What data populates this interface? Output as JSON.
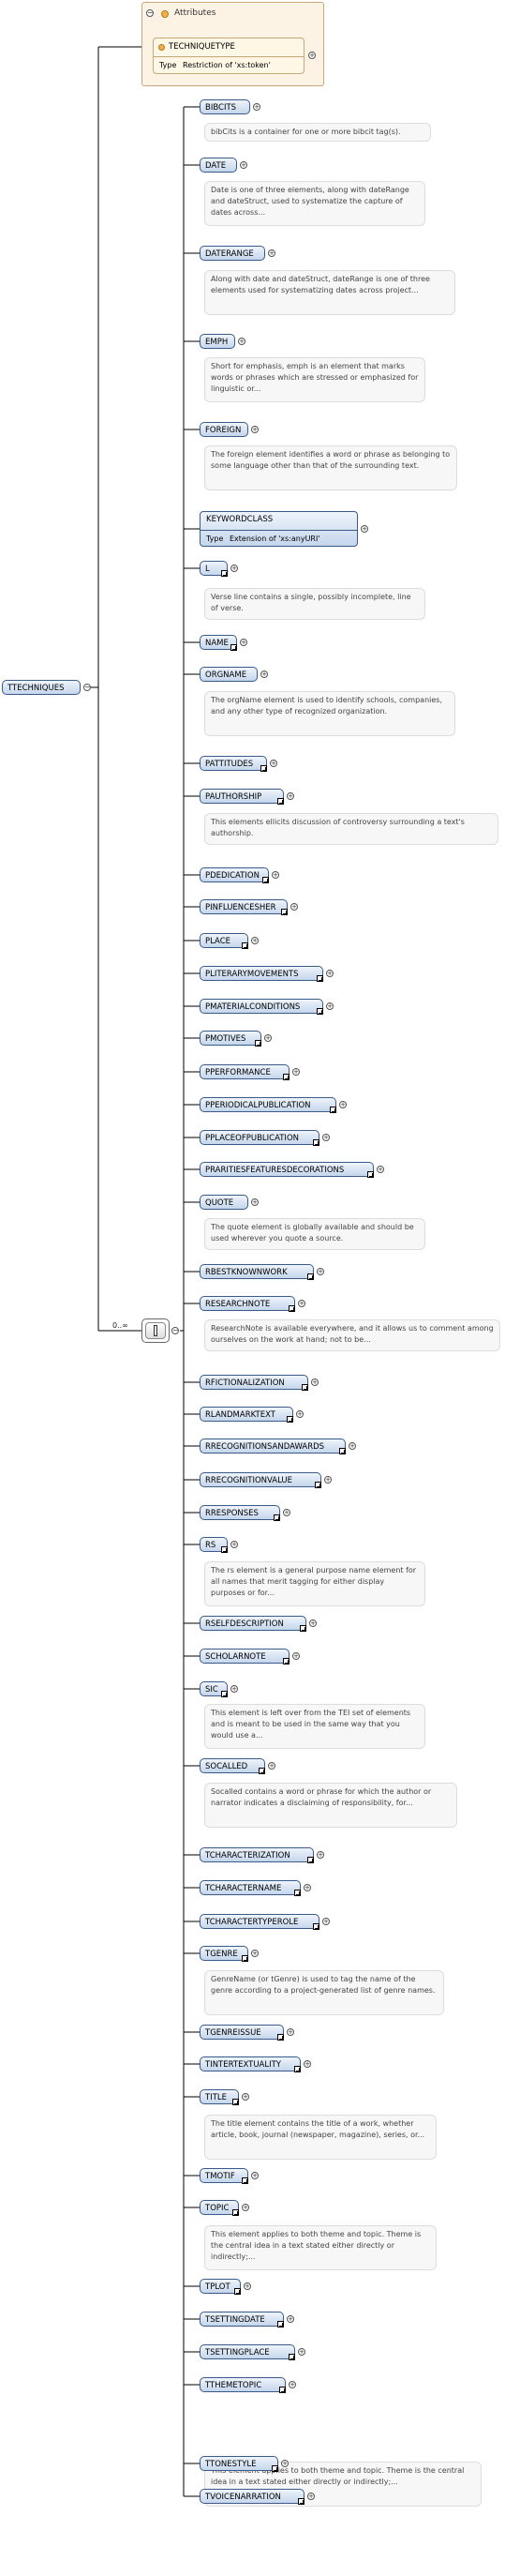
{
  "root": {
    "label": "TTECHNIQUES"
  },
  "attributes": {
    "title": "Attributes",
    "attr_name": "TECHNIQUETYPE",
    "type_key": "Type",
    "type_value": "Restriction of 'xs:token'"
  },
  "cardinality": "0..∞",
  "elements": [
    {
      "label": "BIBCITS",
      "ref": false,
      "desc": "bibCits is a container for one or more bibcit tag(s)."
    },
    {
      "label": "DATE",
      "ref": false,
      "desc": "Date is one of three elements, along with dateRange and dateStruct, used to systematize the capture of dates across..."
    },
    {
      "label": "DATERANGE",
      "ref": false,
      "desc": "Along with date and dateStruct, dateRange is one of three elements used for systematizing dates across project..."
    },
    {
      "label": "EMPH",
      "ref": false,
      "desc": "Short for emphasis, emph is an element that marks words or phrases which are stressed or emphasized for linguistic or..."
    },
    {
      "label": "FOREIGN",
      "ref": false,
      "desc": "The foreign element identifies a word or phrase as belonging to some language other than that of the surrounding text."
    },
    {
      "label": "KEYWORDCLASS",
      "typed": true,
      "type_key": "Type",
      "type_value": "Extension of 'xs:anyURI'"
    },
    {
      "label": "L",
      "ref": true,
      "desc": "Verse line contains a single, possibly incomplete, line of verse."
    },
    {
      "label": "NAME",
      "ref": true
    },
    {
      "label": "ORGNAME",
      "ref": false,
      "desc": "The orgName element is used to identify schools, companies, and any other type of recognized organization."
    },
    {
      "label": "PATTITUDES",
      "ref": true
    },
    {
      "label": "PAUTHORSHIP",
      "ref": true,
      "desc": "This elements ellicits discussion of controversy surrounding a text's authorship."
    },
    {
      "label": "PDEDICATION",
      "ref": true
    },
    {
      "label": "PINFLUENCESHER",
      "ref": true
    },
    {
      "label": "PLACE",
      "ref": true
    },
    {
      "label": "PLITERARYMOVEMENTS",
      "ref": true
    },
    {
      "label": "PMATERIALCONDITIONS",
      "ref": true
    },
    {
      "label": "PMOTIVES",
      "ref": true
    },
    {
      "label": "PPERFORMANCE",
      "ref": true
    },
    {
      "label": "PPERIODICALPUBLICATION",
      "ref": true
    },
    {
      "label": "PPLACEOFPUBLICATION",
      "ref": true
    },
    {
      "label": "PRARITIESFEATURESDECORATIONS",
      "ref": true
    },
    {
      "label": "QUOTE",
      "ref": false,
      "desc": "The quote element is globally available and should be used wherever you quote a source."
    },
    {
      "label": "RBESTKNOWNWORK",
      "ref": true
    },
    {
      "label": "RESEARCHNOTE",
      "ref": true,
      "desc": "ResearchNote is available everywhere, and it allows us to comment among ourselves on the work at hand; not to be..."
    },
    {
      "label": "RFICTIONALIZATION",
      "ref": true
    },
    {
      "label": "RLANDMARKTEXT",
      "ref": true
    },
    {
      "label": "RRECOGNITIONSANDAWARDS",
      "ref": true
    },
    {
      "label": "RRECOGNITIONVALUE",
      "ref": true
    },
    {
      "label": "RRESPONSES",
      "ref": true
    },
    {
      "label": "RS",
      "ref": true,
      "desc": "The rs element is a general purpose name element for all names that merit tagging for either display purposes or for..."
    },
    {
      "label": "RSELFDESCRIPTION",
      "ref": true
    },
    {
      "label": "SCHOLARNOTE",
      "ref": true
    },
    {
      "label": "SIC",
      "ref": true,
      "desc": "This element is left over from the TEI set of elements and is meant to be used in the same way that you would use a..."
    },
    {
      "label": "SOCALLED",
      "ref": true,
      "desc": "Socalled contains a word or phrase for which the author or narrator indicates a disclaiming of responsibility, for..."
    },
    {
      "label": "TCHARACTERIZATION",
      "ref": true
    },
    {
      "label": "TCHARACTERNAME",
      "ref": true
    },
    {
      "label": "TCHARACTERTYPEROLE",
      "ref": true
    },
    {
      "label": "TGENRE",
      "ref": true,
      "desc": "GenreName (or tGenre) is used to tag the name of the genre according to a project-generated list of genre names."
    },
    {
      "label": "TGENREISSUE",
      "ref": true
    },
    {
      "label": "TINTERTEXTUALITY",
      "ref": true
    },
    {
      "label": "TITLE",
      "ref": true,
      "desc": "The title element contains the title of a work, whether article, book, journal (newspaper, magazine), series, or..."
    },
    {
      "label": "TMOTIF",
      "ref": true
    },
    {
      "label": "TOPIC",
      "ref": true,
      "desc": "This element applies to both theme and topic. Theme is the central idea in a text stated either directly or indirectly;..."
    },
    {
      "label": "TPLOT",
      "ref": true
    },
    {
      "label": "TSETTINGDATE",
      "ref": true
    },
    {
      "label": "TSETTINGPLACE",
      "ref": true
    },
    {
      "label": "TTHEMETOPIC",
      "ref": true,
      "desc": "This element applies to both theme and topic. Theme is the central idea in a text stated either directly or indirectly;..."
    },
    {
      "label": "TTONESTYLE",
      "ref": true
    },
    {
      "label": "TVOICENARRATION",
      "ref": true
    }
  ]
}
